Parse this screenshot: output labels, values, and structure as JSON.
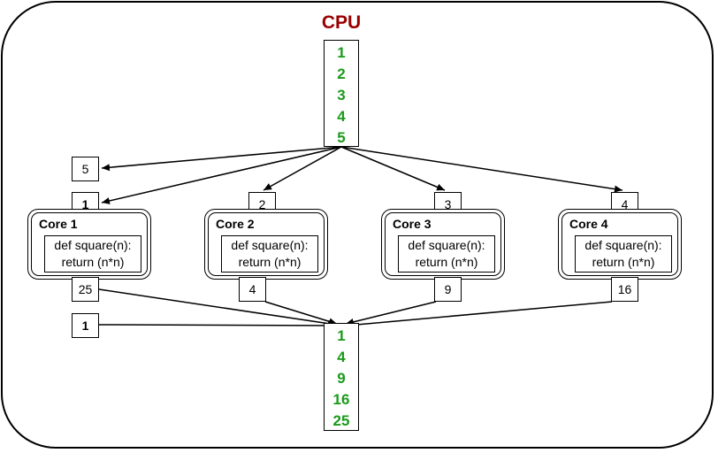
{
  "cpu": {
    "title": "CPU",
    "inputs": [
      "1",
      "2",
      "3",
      "4",
      "5"
    ]
  },
  "queued_input": "5",
  "cores": [
    {
      "label": "Core 1",
      "input": "1",
      "code_line1": "def square(n):",
      "code_line2": "return (n*n)",
      "output": "25"
    },
    {
      "label": "Core 2",
      "input": "2",
      "code_line1": "def square(n):",
      "code_line2": "return (n*n)",
      "output": "4"
    },
    {
      "label": "Core 3",
      "input": "3",
      "code_line1": "def square(n):",
      "code_line2": "return (n*n)",
      "output": "9"
    },
    {
      "label": "Core 4",
      "input": "4",
      "code_line1": "def square(n):",
      "code_line2": "return (n*n)",
      "output": "16"
    }
  ],
  "extra_output": "1",
  "results": [
    "1",
    "4",
    "9",
    "16",
    "25"
  ],
  "colors": {
    "title": "#990000",
    "values": "#1a9a1a",
    "stroke": "#000000"
  }
}
